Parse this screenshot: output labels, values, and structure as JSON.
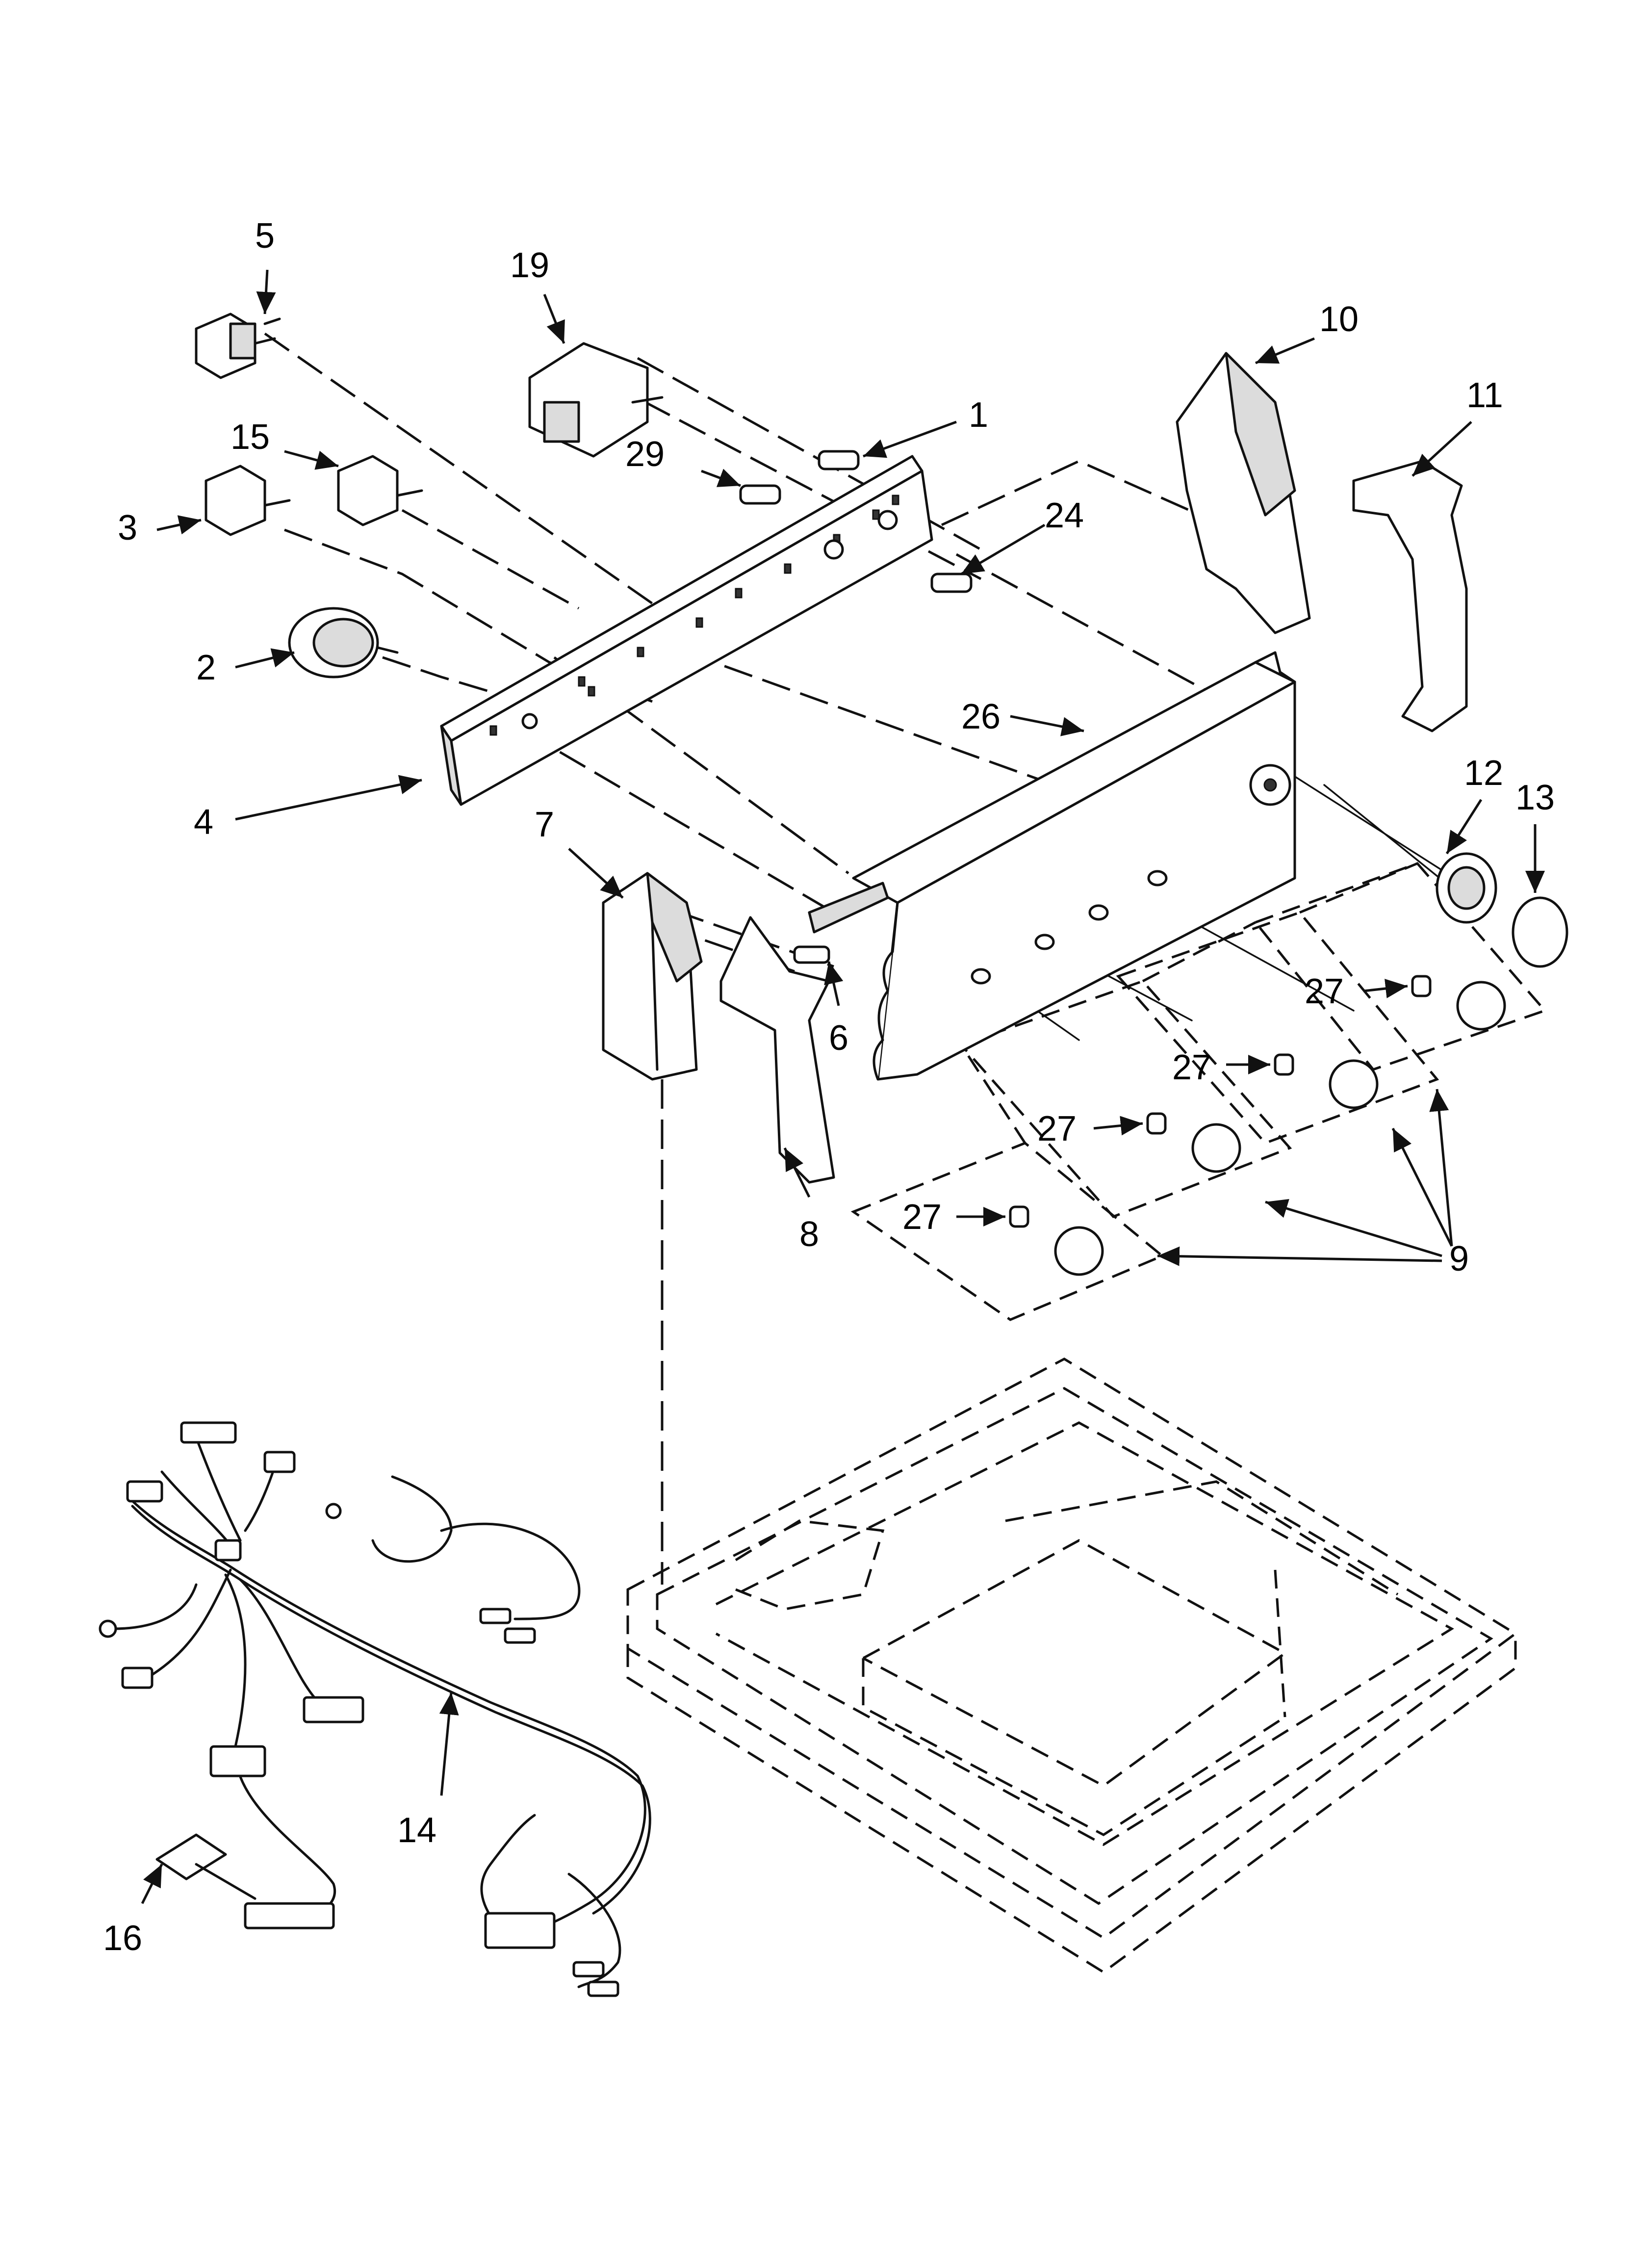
{
  "callouts": {
    "c1": "1",
    "c2": "2",
    "c3": "3",
    "c4": "4",
    "c5": "5",
    "c6": "6",
    "c7": "7",
    "c8": "8",
    "c9": "9",
    "c10": "10",
    "c11": "11",
    "c12": "12",
    "c13": "13",
    "c14": "14",
    "c15": "15",
    "c16": "16",
    "c19": "19",
    "c24": "24",
    "c26": "26",
    "c27a": "27",
    "c27b": "27",
    "c27c": "27",
    "c27d": "27",
    "c29": "29"
  }
}
